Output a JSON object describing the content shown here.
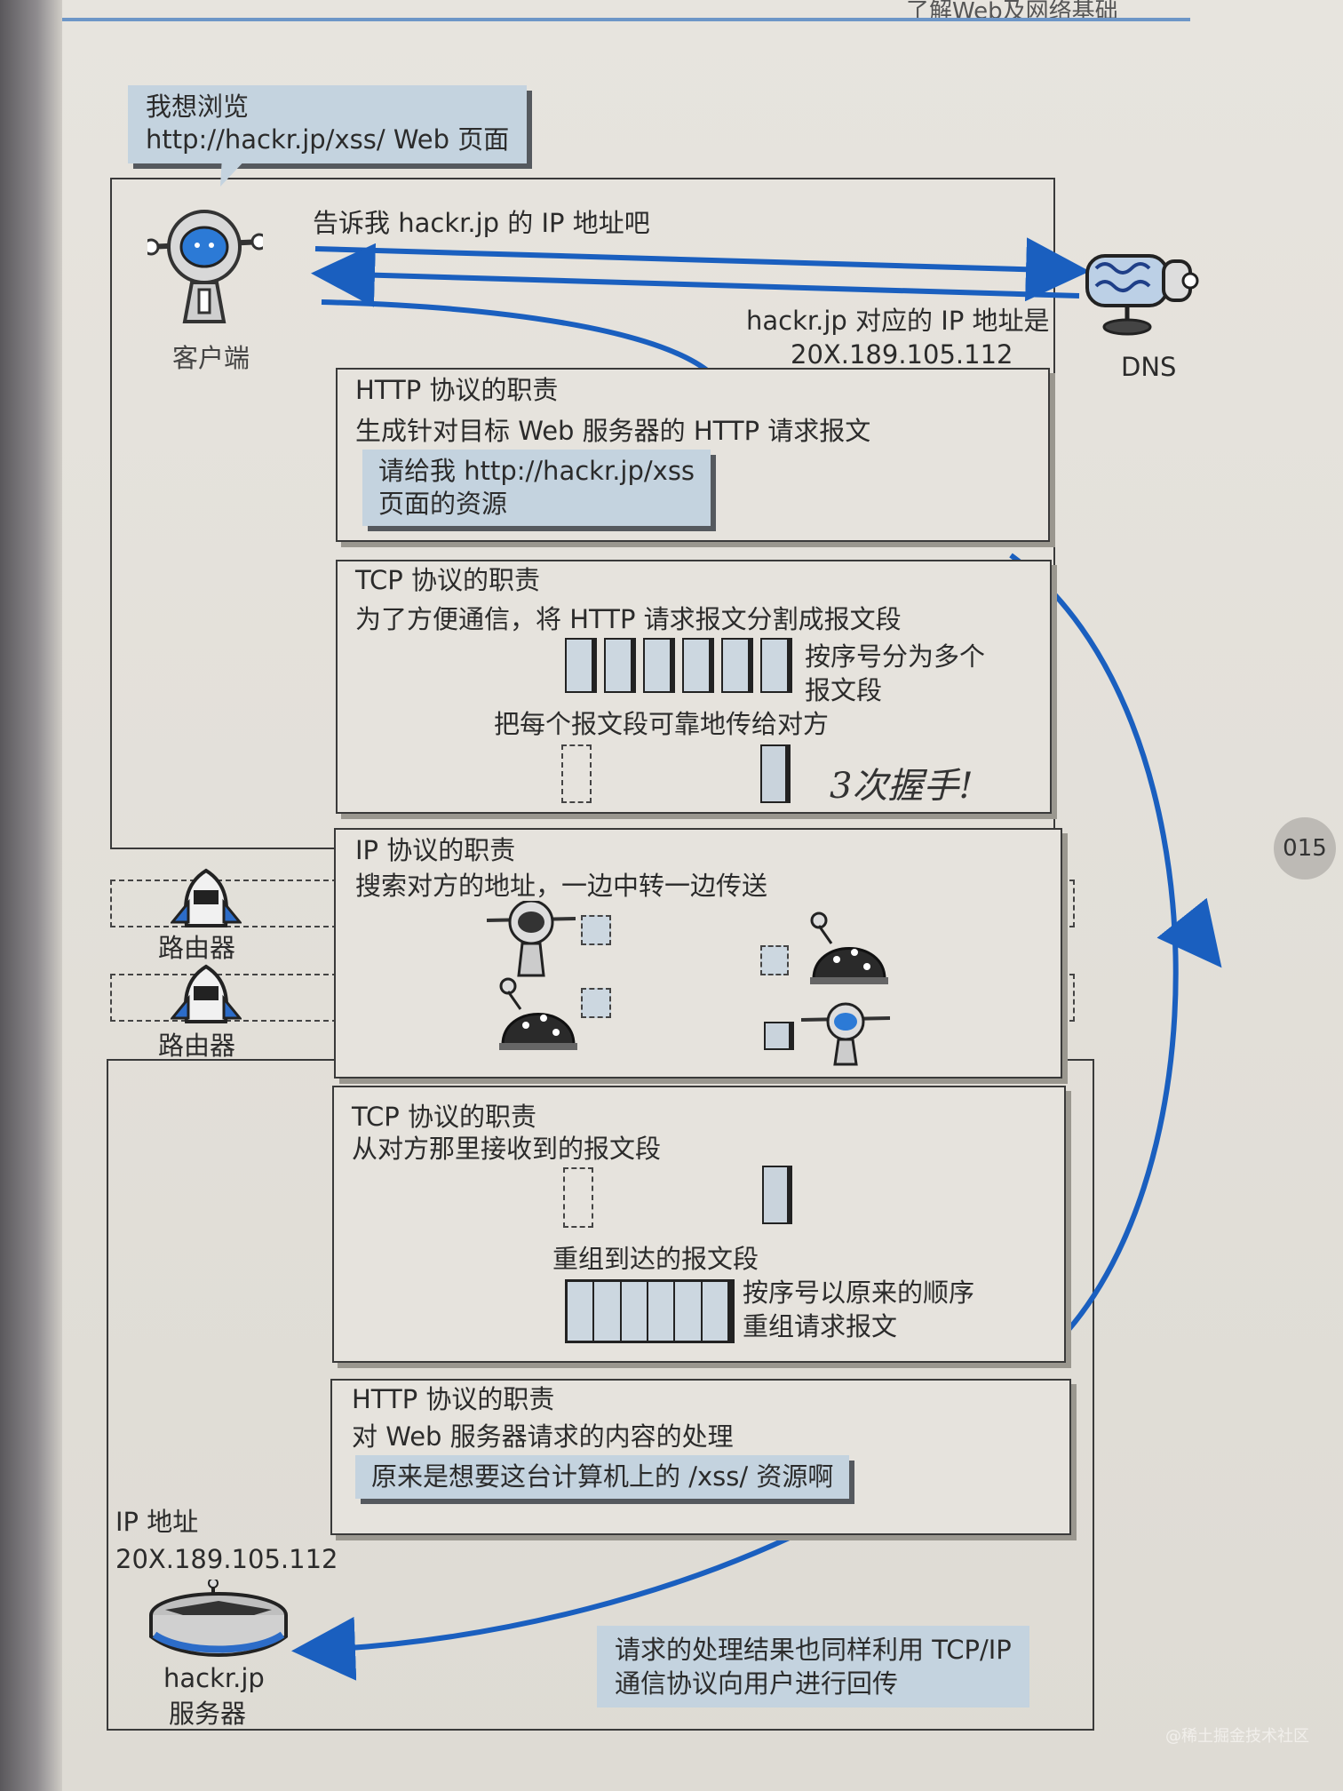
{
  "header": {
    "running_title": "了解Web及网络基础"
  },
  "page_number": "015",
  "client": {
    "speech_line1": "我想浏览",
    "speech_line2": "http://hackr.jp/xss/ Web 页面",
    "label": "客户端",
    "ask_dns": "告诉我 hackr.jp 的 IP 地址吧"
  },
  "dns": {
    "label": "DNS",
    "reply_line1": "hackr.jp 对应的 IP 地址是",
    "reply_line2": "20X.189.105.112"
  },
  "http_client": {
    "title": "HTTP 协议的职责",
    "desc": "生成针对目标 Web 服务器的 HTTP 请求报文",
    "note_line1": "请给我 http://hackr.jp/xss",
    "note_line2": "页面的资源"
  },
  "tcp_client": {
    "title": "TCP 协议的职责",
    "desc": "为了方便通信，将 HTTP 请求报文分割成报文段",
    "split_line1": "按序号分为多个",
    "split_line2": "报文段",
    "reliable": "把每个报文段可靠地传给对方",
    "handwritten": "3次握手!"
  },
  "ip": {
    "title": "IP 协议的职责",
    "desc": "搜索对方的地址，一边中转一边传送"
  },
  "routers": {
    "label1": "路由器",
    "label2": "路由器"
  },
  "tcp_server": {
    "title": "TCP 协议的职责",
    "desc": "从对方那里接收到的报文段",
    "reassemble": "重组到达的报文段",
    "order_line1": "按序号以原来的顺序",
    "order_line2": "重组请求报文"
  },
  "http_server": {
    "title": "HTTP 协议的职责",
    "desc": "对 Web 服务器请求的内容的处理",
    "note": "原来是想要这台计算机上的 /xss/ 资源啊"
  },
  "server": {
    "ip_label": "IP 地址",
    "ip_value": "20X.189.105.112",
    "name_line1": "hackr.jp",
    "name_line2": "服务器"
  },
  "response_note": {
    "line1": "请求的处理结果也同样利用 TCP/IP",
    "line2": "通信协议向用户进行回传"
  },
  "watermark": "@稀土掘金技术社区",
  "colors": {
    "arrow_blue": "#1a5fbf",
    "note_blue": "#c4d3df",
    "badge_gray": "#bdbab5"
  }
}
